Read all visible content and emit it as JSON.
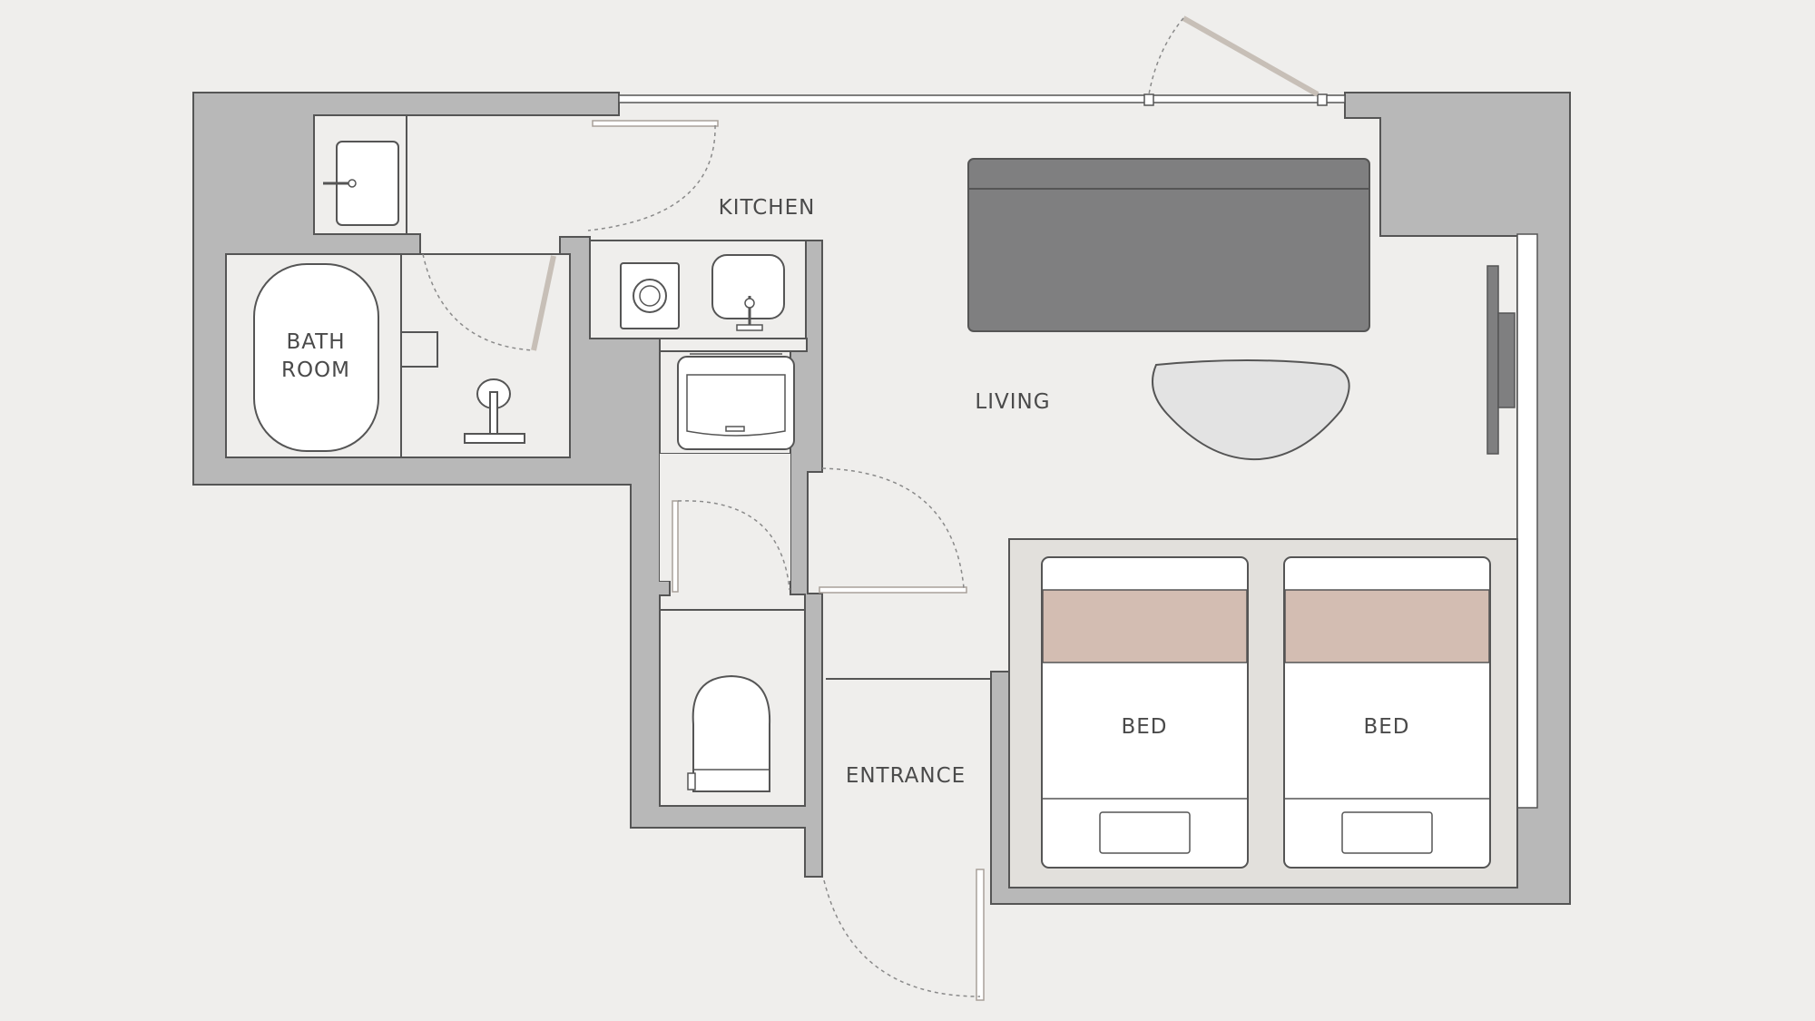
{
  "labels": {
    "kitchen": "KITCHEN",
    "living": "LIVING",
    "bath_line1": "BATH",
    "bath_line2": "ROOM",
    "entrance": "ENTRANCE",
    "bed_left": "BED",
    "bed_right": "BED"
  },
  "colors": {
    "background": "#efeeec",
    "wall": "#b8b8b8",
    "wall_stroke": "#555555",
    "sofa": "#7f7f80",
    "table": "#e3e3e3",
    "bed_frame": "#e2e0dc",
    "mattress": "#ffffff",
    "pillow": "#d3bdb2",
    "fixture": "#ffffff",
    "door_swing": "#8a8a8a"
  },
  "icons": {
    "bathtub": "bathtub-icon",
    "bath_sink": "washbasin-icon",
    "shower": "shower-faucet-icon",
    "stove": "stove-burner-icon",
    "kitchen_sink": "kitchen-sink-icon",
    "fridge": "refrigerator-icon",
    "toilet": "toilet-icon",
    "sofa": "sofa-icon",
    "table": "coffee-table-icon",
    "tv": "tv-panel-icon",
    "bed": "bed-icon"
  }
}
